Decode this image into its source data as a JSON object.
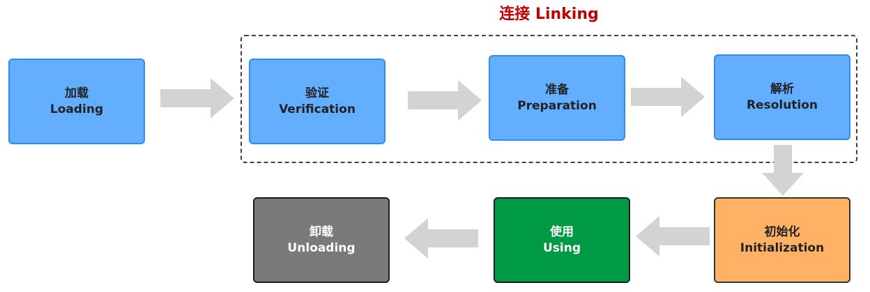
{
  "linking_group": {
    "title": "连接 Linking"
  },
  "stages": [
    {
      "id": "loading",
      "zh": "加载",
      "en": "Loading",
      "color": "#63aefe"
    },
    {
      "id": "verification",
      "zh": "验证",
      "en": "Verification",
      "color": "#63aefe"
    },
    {
      "id": "preparation",
      "zh": "准备",
      "en": "Preparation",
      "color": "#63aefe"
    },
    {
      "id": "resolution",
      "zh": "解析",
      "en": "Resolution",
      "color": "#63aefe"
    },
    {
      "id": "initialization",
      "zh": "初始化",
      "en": "Initialization",
      "color": "#ffb266"
    },
    {
      "id": "using",
      "zh": "使用",
      "en": "Using",
      "color": "#009944"
    },
    {
      "id": "unloading",
      "zh": "卸载",
      "en": "Unloading",
      "color": "#7a7a7a"
    }
  ],
  "colors": {
    "linking_title": "#c00000",
    "arrow": "#d3d3d3",
    "dashed_border": "#404040"
  }
}
